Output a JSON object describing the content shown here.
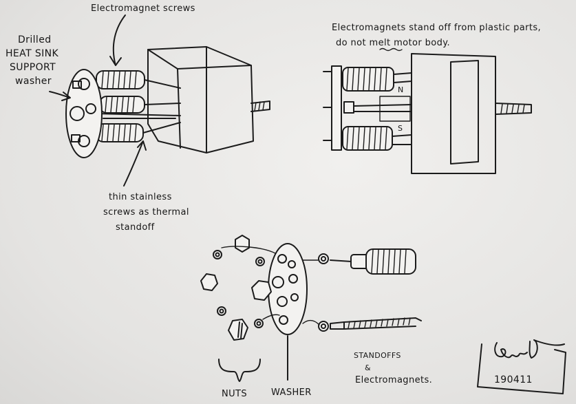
{
  "labels": {
    "electromagnet_screws": "Electromagnet screws",
    "drilled_line1": "Drilled",
    "drilled_line2": "HEAT SINK",
    "drilled_line3": "SUPPORT",
    "drilled_line4": "washer",
    "standoff_note_line1": "Electromagnets stand off from plastic parts,",
    "standoff_note_line2": "do not melt motor body.",
    "pole_n": "N",
    "pole_s": "S",
    "thin_line1": "thin stainless",
    "thin_line2": "screws as thermal",
    "thin_line3": "standoff",
    "nuts": "NUTS",
    "washer": "WASHER",
    "standoffs_line1": "STANDOFFS",
    "standoffs_line2": "&",
    "standoffs_line3": "Electromagnets.",
    "signature_date": "190411"
  }
}
